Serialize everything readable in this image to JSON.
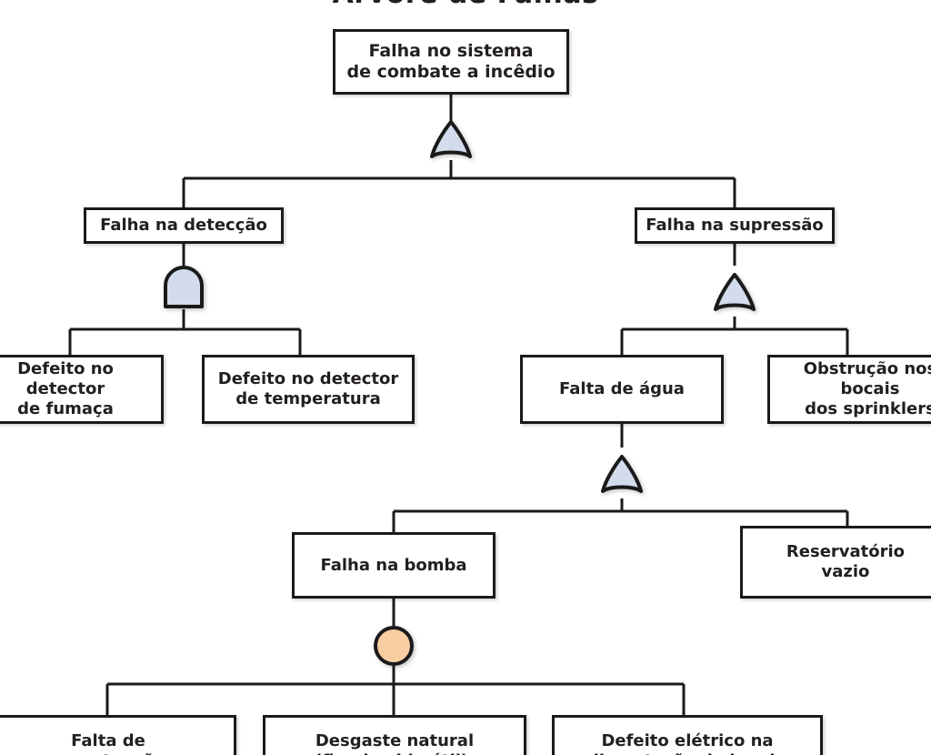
{
  "title": "Árvore de Falhas",
  "theme": {
    "background": "#ffffff",
    "line_color": "#1a1a1a",
    "box_border": "#1a1a1a",
    "box_fill": "#ffffff",
    "text_color": "#231f20",
    "gate_fill_blue": "#d3dcec",
    "gate_fill_orange": "#f8cda2",
    "gate_stroke": "#1a1a1a"
  },
  "tree": {
    "top_event": {
      "id": "top",
      "label": "Falha no sistema\nde combate a incêdio"
    },
    "gates": [
      {
        "id": "gate-top",
        "type": "or",
        "icon": "or-gate-icon",
        "parent": "top"
      },
      {
        "id": "gate-deteccao",
        "type": "and",
        "icon": "and-gate-icon",
        "parent": "falha-deteccao"
      },
      {
        "id": "gate-supressao",
        "type": "or",
        "icon": "or-gate-icon",
        "parent": "falha-supressao"
      },
      {
        "id": "gate-falta-agua",
        "type": "or",
        "icon": "or-gate-icon",
        "parent": "falta-agua"
      },
      {
        "id": "gate-bomba",
        "type": "transfer-dot",
        "icon": "transfer-circle-icon",
        "parent": "falha-bomba"
      }
    ],
    "events": [
      {
        "id": "falha-deteccao",
        "level": 2,
        "label": "Falha na detecção"
      },
      {
        "id": "falha-supressao",
        "level": 2,
        "label": "Falha na supressão"
      },
      {
        "id": "detector-fumaca",
        "level": 3,
        "label": "Defeito no detector\nde fumaça",
        "clipped": "left"
      },
      {
        "id": "detector-temp",
        "level": 3,
        "label": "Defeito no detector\nde temperatura"
      },
      {
        "id": "falta-agua",
        "level": 3,
        "label": "Falta de água"
      },
      {
        "id": "obstrucao",
        "level": 3,
        "label": "Obstrução nos bocais\ndos sprinklers",
        "clipped": "right"
      },
      {
        "id": "falha-bomba",
        "level": 4,
        "label": "Falha na bomba"
      },
      {
        "id": "reservatorio",
        "level": 4,
        "label": "Reservatório\nvazio",
        "clipped": "right"
      },
      {
        "id": "falta-manutencao",
        "level": 5,
        "label": "Falta de\nmanutenção",
        "clipped": "left"
      },
      {
        "id": "desgaste",
        "level": 5,
        "label": "Desgaste natural\n(fim de vida útil)."
      },
      {
        "id": "defeito-eletrico",
        "level": 5,
        "label": "Defeito elétrico na\nalimentação da bomba"
      }
    ]
  }
}
